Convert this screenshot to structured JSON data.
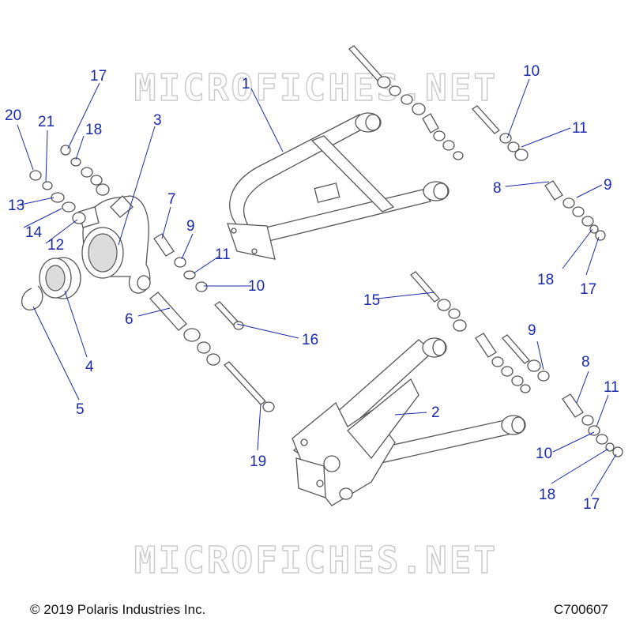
{
  "watermark": "MICROFICHES.NET",
  "copyright": "© 2019 Polaris Industries Inc.",
  "figure_code": "C700607",
  "callouts": [
    {
      "id": "1",
      "label": "1"
    },
    {
      "id": "2",
      "label": "2"
    },
    {
      "id": "3",
      "label": "3"
    },
    {
      "id": "4",
      "label": "4"
    },
    {
      "id": "5",
      "label": "5"
    },
    {
      "id": "6",
      "label": "6"
    },
    {
      "id": "7",
      "label": "7"
    },
    {
      "id": "8a",
      "label": "8"
    },
    {
      "id": "8b",
      "label": "8"
    },
    {
      "id": "9a",
      "label": "9"
    },
    {
      "id": "9b",
      "label": "9"
    },
    {
      "id": "9c",
      "label": "9"
    },
    {
      "id": "10a",
      "label": "10"
    },
    {
      "id": "10b",
      "label": "10"
    },
    {
      "id": "10c",
      "label": "10"
    },
    {
      "id": "11a",
      "label": "11"
    },
    {
      "id": "11b",
      "label": "11"
    },
    {
      "id": "11c",
      "label": "11"
    },
    {
      "id": "12",
      "label": "12"
    },
    {
      "id": "13",
      "label": "13"
    },
    {
      "id": "14",
      "label": "14"
    },
    {
      "id": "15",
      "label": "15"
    },
    {
      "id": "16",
      "label": "16"
    },
    {
      "id": "17a",
      "label": "17"
    },
    {
      "id": "17b",
      "label": "17"
    },
    {
      "id": "17c",
      "label": "17"
    },
    {
      "id": "18a",
      "label": "18"
    },
    {
      "id": "18b",
      "label": "18"
    },
    {
      "id": "18c",
      "label": "18"
    },
    {
      "id": "19",
      "label": "19"
    },
    {
      "id": "20",
      "label": "20"
    },
    {
      "id": "21",
      "label": "21"
    }
  ]
}
